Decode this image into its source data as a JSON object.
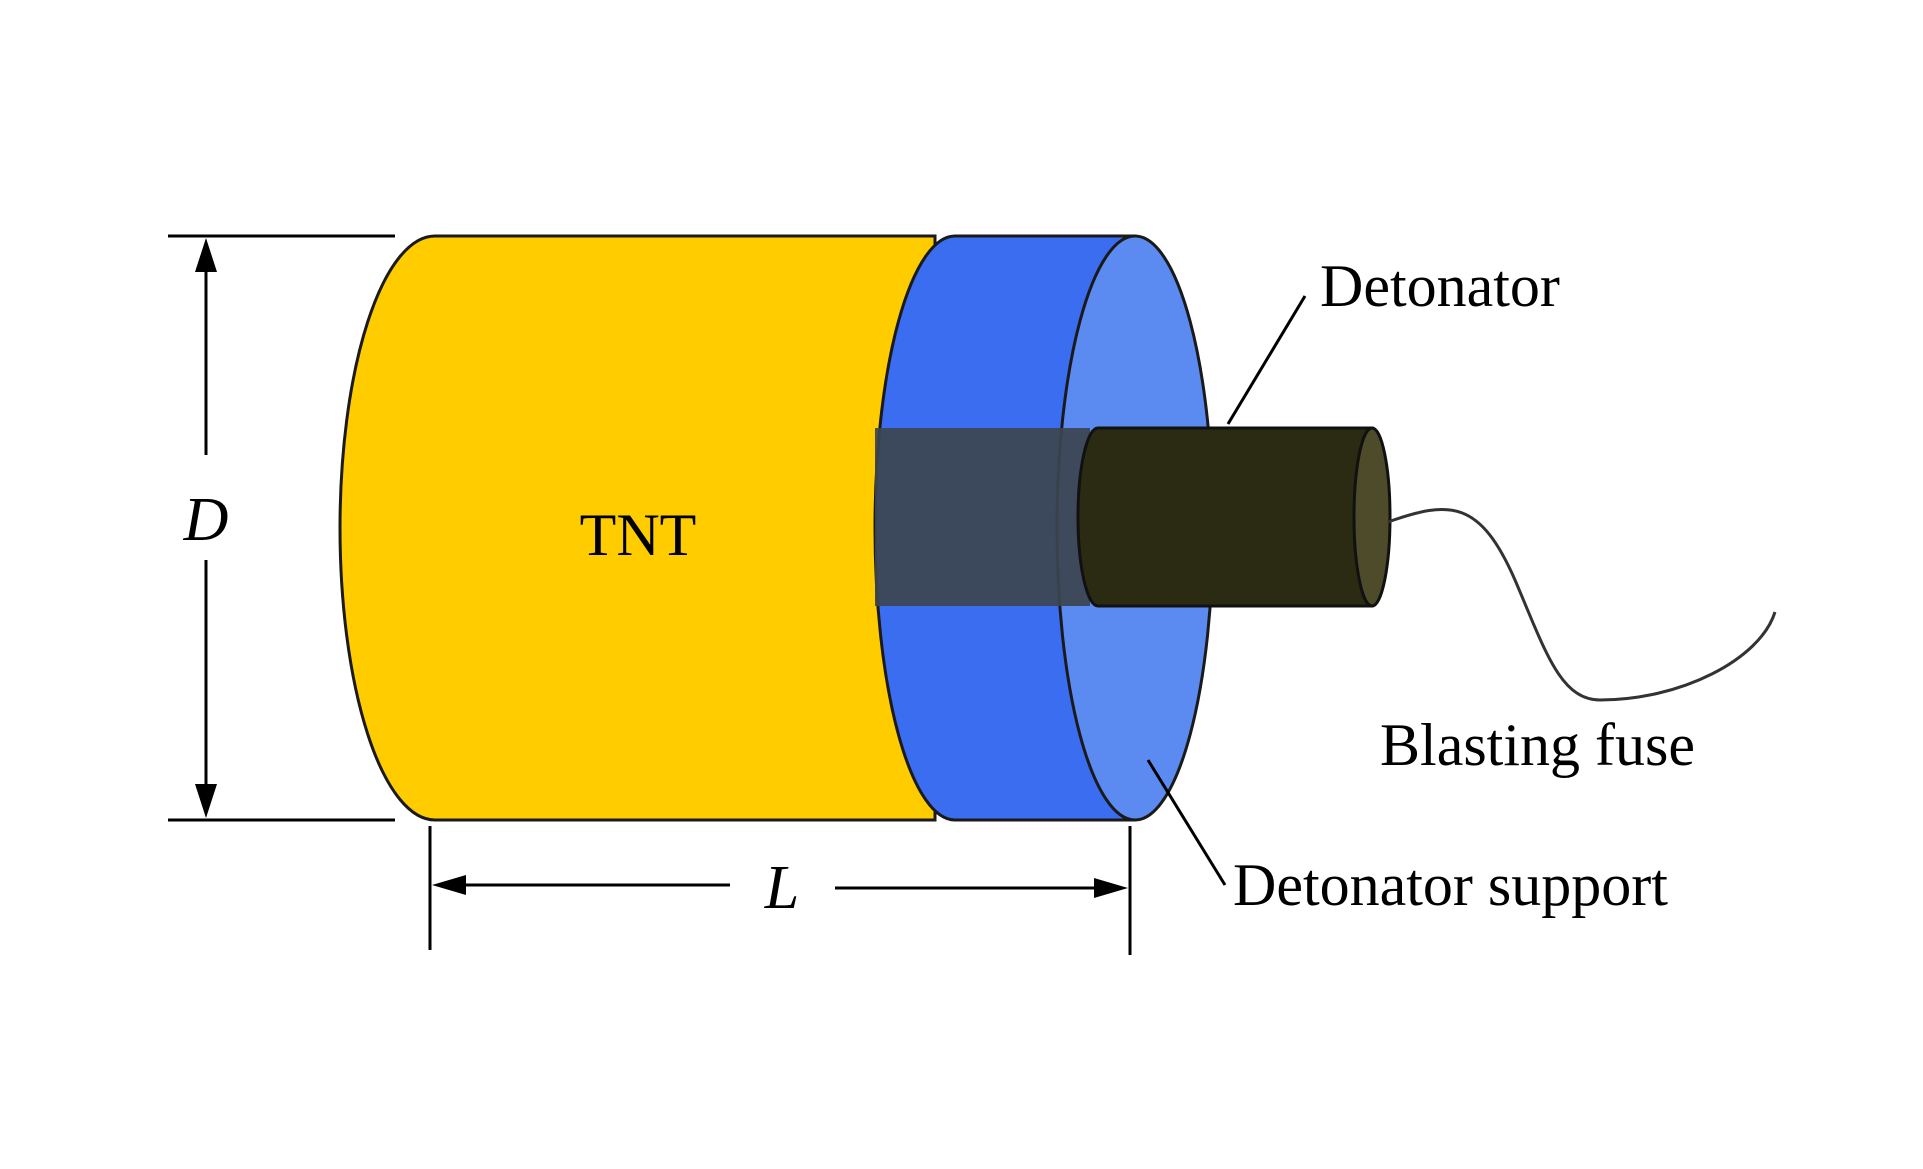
{
  "labels": {
    "tnt": "TNT",
    "detonator": "Detonator",
    "blasting_fuse": "Blasting fuse",
    "detonator_support": "Detonator support",
    "diameter": "D",
    "length": "L"
  },
  "colors": {
    "tnt_fill": "#FFCC00",
    "support_side": "#3A6DF0",
    "support_face": "#5B8BF0",
    "detonator_body": "#2B2B14",
    "detonator_end": "#4E4B2A",
    "embedded_detonator": "#3C4550",
    "outline": "#1A1A1A"
  }
}
